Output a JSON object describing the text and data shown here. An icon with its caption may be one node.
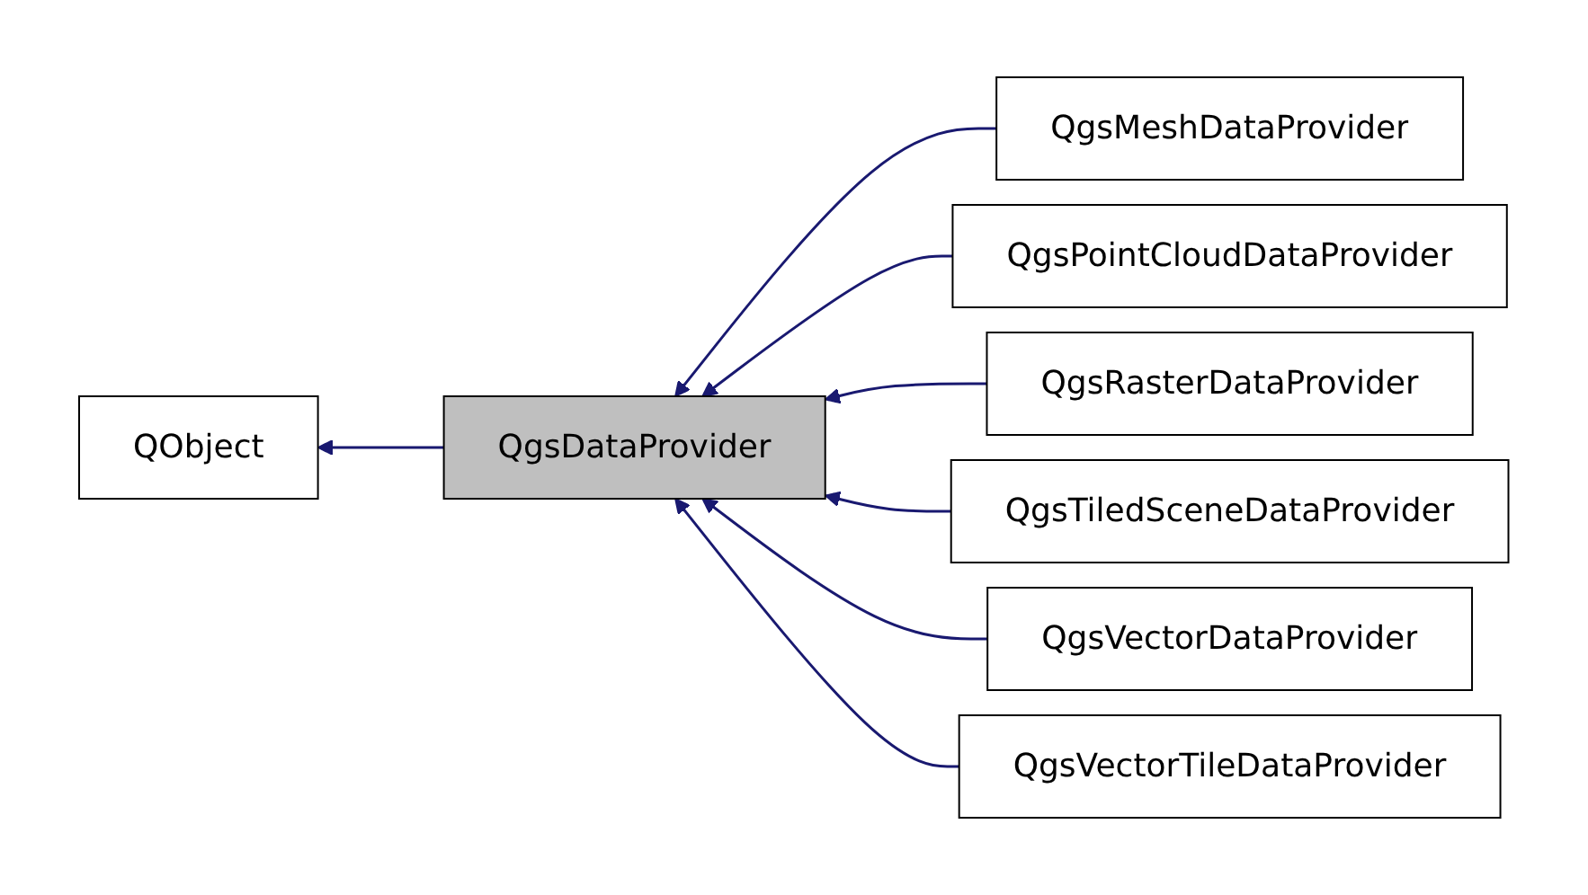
{
  "diagram": {
    "nodes": [
      {
        "text": [
          "QObject"
        ]
      },
      {
        "text": [
          "QgsDataProvider"
        ]
      },
      {
        "text": [
          "QgsMeshDataProvider"
        ]
      },
      {
        "text": [
          "QgsPointCloudDataProvider"
        ]
      },
      {
        "text": [
          "QgsRasterDataProvider"
        ]
      },
      {
        "text": [
          "QgsTiledSceneDataProvider"
        ]
      },
      {
        "text": [
          "QgsVectorDataProvider"
        ]
      },
      {
        "text": [
          "QgsVectorTileDataProvider"
        ]
      }
    ],
    "edges": [
      {
        "from": 1,
        "to": 0,
        "arrow": "to"
      },
      {
        "from": 2,
        "to": 1,
        "arrow": "to"
      },
      {
        "from": 3,
        "to": 1,
        "arrow": "to"
      },
      {
        "from": 4,
        "to": 1,
        "arrow": "to"
      },
      {
        "from": 5,
        "to": 1,
        "arrow": "to"
      },
      {
        "from": 6,
        "to": 1,
        "arrow": "to"
      },
      {
        "from": 7,
        "to": 1,
        "arrow": "to"
      }
    ]
  }
}
